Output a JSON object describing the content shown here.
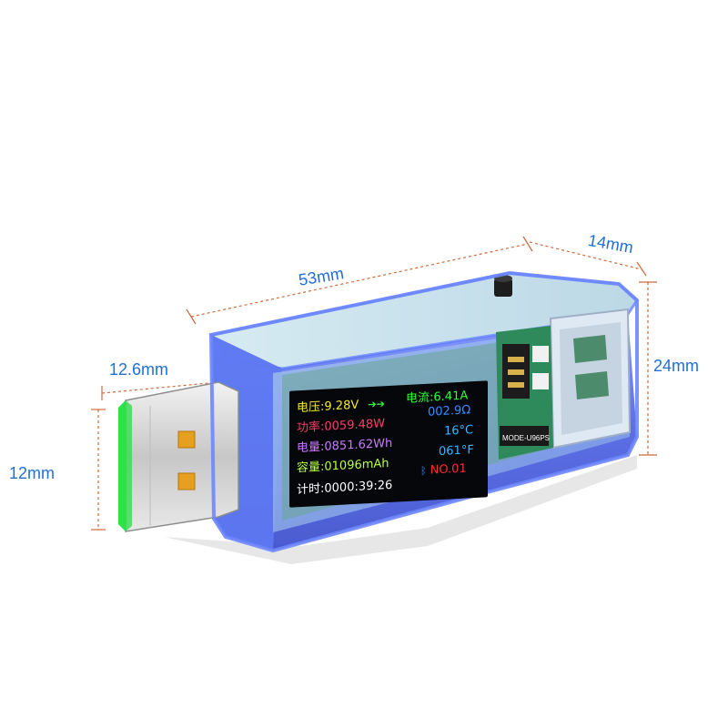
{
  "dimensions": {
    "length": "53mm",
    "width": "14mm",
    "height": "24mm",
    "plug_length": "12.6mm",
    "plug_height": "12mm"
  },
  "board_label": "MODE-U96PS",
  "screen": {
    "voltage_label": "电压:",
    "voltage_value": "9.28V",
    "current_label": "电流:",
    "current_value": "6.41A",
    "power_label": "功率:",
    "power_value": "0059.48W",
    "resistance_value": "002.9Ω",
    "energy_label": "电量:",
    "energy_value": "0851.62Wh",
    "temp_c_value": "16°C",
    "capacity_label": "容量:",
    "capacity_value": "01096mAh",
    "temp_f_value": "061°F",
    "group_value": "NO.01",
    "timer_label": "计时:",
    "timer_value": "0000:39:26"
  },
  "colors": {
    "dimension_text": "#1f6fd6",
    "case_blue": "#3b4fe0",
    "plug_green": "#2ee04a",
    "voltage": "#f5e634",
    "current": "#2dff3c",
    "power": "#ff3d6b",
    "resistance": "#3d8bff",
    "energy": "#c87cff",
    "temp": "#3db6ff",
    "capacity": "#b8ff3d",
    "group": "#ff2d2d",
    "timer": "#ffffff"
  },
  "icons": [
    "arrow-right-icon",
    "bluetooth-icon"
  ]
}
